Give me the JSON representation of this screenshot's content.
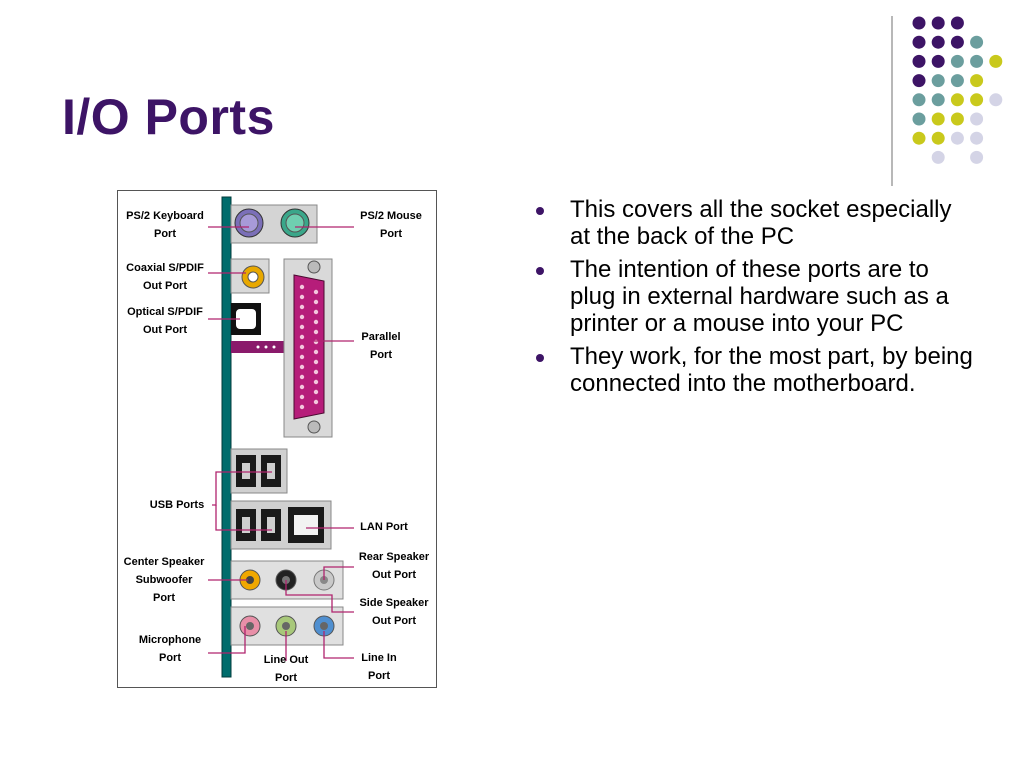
{
  "slide": {
    "title": "I/O Ports",
    "bullets": [
      "This covers all the socket especially at the back of the PC",
      "The intention of these ports are to plug in external hardware such as a printer or a mouse into your PC",
      "They work, for the most part, by being connected into the motherboard."
    ]
  },
  "figure": {
    "labels": {
      "ps2_keyboard": [
        "PS/2 Keyboard",
        "Port"
      ],
      "ps2_mouse": [
        "PS/2 Mouse",
        "Port"
      ],
      "coaxial": [
        "Coaxial S/PDIF",
        "Out Port"
      ],
      "optical": [
        "Optical S/PDIF",
        "Out Port"
      ],
      "parallel": [
        "Parallel",
        "Port"
      ],
      "usb": [
        "USB Ports"
      ],
      "lan": [
        "LAN Port"
      ],
      "center": [
        "Center Speaker",
        "Subwoofer",
        "Port"
      ],
      "rear": [
        "Rear Speaker",
        "Out Port"
      ],
      "side": [
        "Side Speaker",
        "Out Port"
      ],
      "microphone": [
        "Microphone",
        "Port"
      ],
      "lineout": [
        "Line Out",
        "Port"
      ],
      "linein": [
        "Line In",
        "Port"
      ]
    }
  },
  "colors": {
    "title": "#3d1466",
    "purple_dot": "#3d1466",
    "teal_dot": "#6b9e9e",
    "yellow_dot": "#c9c91c",
    "lavender_dot": "#d4d4e6",
    "leader_line": "#b0246e",
    "bracket": "#006d6d"
  },
  "decor": {
    "dot_grid": [
      [
        "purple",
        "purple",
        "purple",
        null,
        null
      ],
      [
        "purple",
        "purple",
        "purple",
        "teal",
        null
      ],
      [
        "purple",
        "purple",
        "teal",
        "teal",
        "yellow"
      ],
      [
        "purple",
        "teal",
        "teal",
        "yellow",
        null
      ],
      [
        "teal",
        "teal",
        "yellow",
        "yellow",
        "lavender"
      ],
      [
        "teal",
        "yellow",
        "yellow",
        "lavender",
        null
      ],
      [
        "yellow",
        "yellow",
        "lavender",
        "lavender",
        null
      ],
      [
        null,
        "lavender",
        null,
        "lavender",
        null
      ]
    ]
  }
}
